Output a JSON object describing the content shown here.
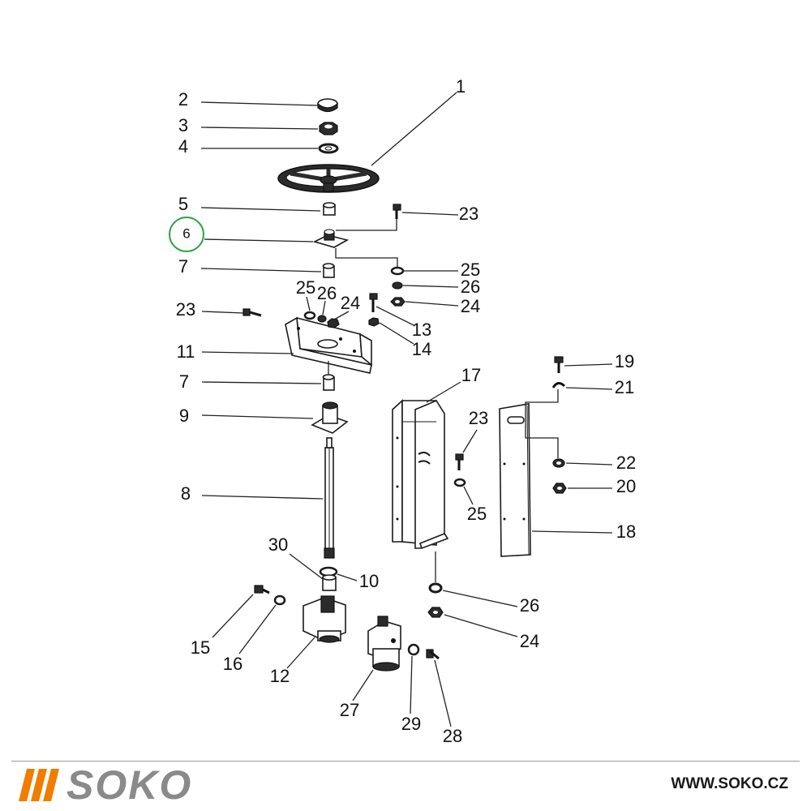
{
  "brand": {
    "name": "SOKO",
    "url": "WWW.SOKO.CZ",
    "accent_color": "#f07d00",
    "text_color": "#8a8a8a"
  },
  "highlight": {
    "label": "6",
    "color": "#2ea043"
  },
  "callouts": [
    {
      "label": "1"
    },
    {
      "label": "2"
    },
    {
      "label": "3"
    },
    {
      "label": "4"
    },
    {
      "label": "5"
    },
    {
      "label": "6"
    },
    {
      "label": "7"
    },
    {
      "label": "25"
    },
    {
      "label": "26"
    },
    {
      "label": "24"
    },
    {
      "label": "23"
    },
    {
      "label": "11"
    },
    {
      "label": "7"
    },
    {
      "label": "9"
    },
    {
      "label": "8"
    },
    {
      "label": "30"
    },
    {
      "label": "10"
    },
    {
      "label": "15"
    },
    {
      "label": "16"
    },
    {
      "label": "12"
    },
    {
      "label": "27"
    },
    {
      "label": "29"
    },
    {
      "label": "28"
    },
    {
      "label": "23"
    },
    {
      "label": "25"
    },
    {
      "label": "26"
    },
    {
      "label": "24"
    },
    {
      "label": "13"
    },
    {
      "label": "14"
    },
    {
      "label": "17"
    },
    {
      "label": "23"
    },
    {
      "label": "25"
    },
    {
      "label": "26"
    },
    {
      "label": "24"
    },
    {
      "label": "19"
    },
    {
      "label": "21"
    },
    {
      "label": "22"
    },
    {
      "label": "20"
    },
    {
      "label": "18"
    }
  ]
}
